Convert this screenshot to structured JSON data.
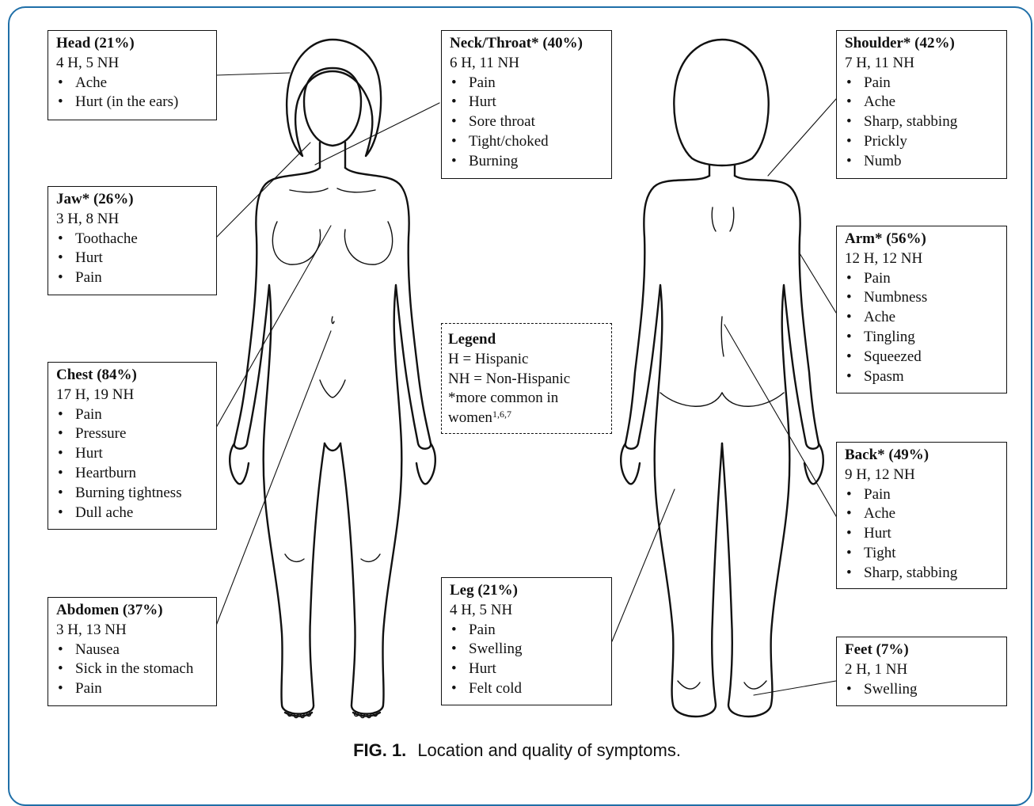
{
  "boxes": {
    "head": {
      "title": "Head (21%)",
      "counts": "4 H, 5 NH",
      "items": [
        "Ache",
        "Hurt (in the ears)"
      ]
    },
    "jaw": {
      "title": "Jaw* (26%)",
      "counts": "3 H, 8 NH",
      "items": [
        "Toothache",
        "Hurt",
        "Pain"
      ]
    },
    "chest": {
      "title": "Chest (84%)",
      "counts": "17 H, 19 NH",
      "items": [
        "Pain",
        "Pressure",
        "Hurt",
        "Heartburn",
        "Burning tightness",
        "Dull ache"
      ]
    },
    "abdomen": {
      "title": "Abdomen (37%)",
      "counts": "3 H, 13 NH",
      "items": [
        "Nausea",
        "Sick in the stomach",
        "Pain"
      ]
    },
    "neck": {
      "title": "Neck/Throat* (40%)",
      "counts": "6 H, 11 NH",
      "items": [
        "Pain",
        "Hurt",
        "Sore throat",
        "Tight/choked",
        "Burning"
      ]
    },
    "leg": {
      "title": "Leg (21%)",
      "counts": "4 H, 5 NH",
      "items": [
        "Pain",
        "Swelling",
        "Hurt",
        "Felt cold"
      ]
    },
    "shoulder": {
      "title": "Shoulder* (42%)",
      "counts": "7 H, 11 NH",
      "items": [
        "Pain",
        "Ache",
        "Sharp, stabbing",
        "Prickly",
        "Numb"
      ]
    },
    "arm": {
      "title": "Arm* (56%)",
      "counts": "12 H, 12 NH",
      "items": [
        "Pain",
        "Numbness",
        "Ache",
        "Tingling",
        "Squeezed",
        "Spasm"
      ]
    },
    "back": {
      "title": "Back* (49%)",
      "counts": "9 H, 12 NH",
      "items": [
        "Pain",
        "Ache",
        "Hurt",
        "Tight",
        "Sharp, stabbing"
      ]
    },
    "feet": {
      "title": "Feet (7%)",
      "counts": "2 H, 1 NH",
      "items": [
        "Swelling"
      ]
    }
  },
  "legend": {
    "title": "Legend",
    "line1": "H = Hispanic",
    "line2": "NH = Non-Hispanic",
    "line3": "*more common in",
    "line4": "women",
    "refs": "1,6,7"
  },
  "caption": {
    "label": "FIG. 1.",
    "text": "Location and quality of symptoms."
  },
  "colors": {
    "frame": "#1f6fa8",
    "ink": "#111111"
  }
}
